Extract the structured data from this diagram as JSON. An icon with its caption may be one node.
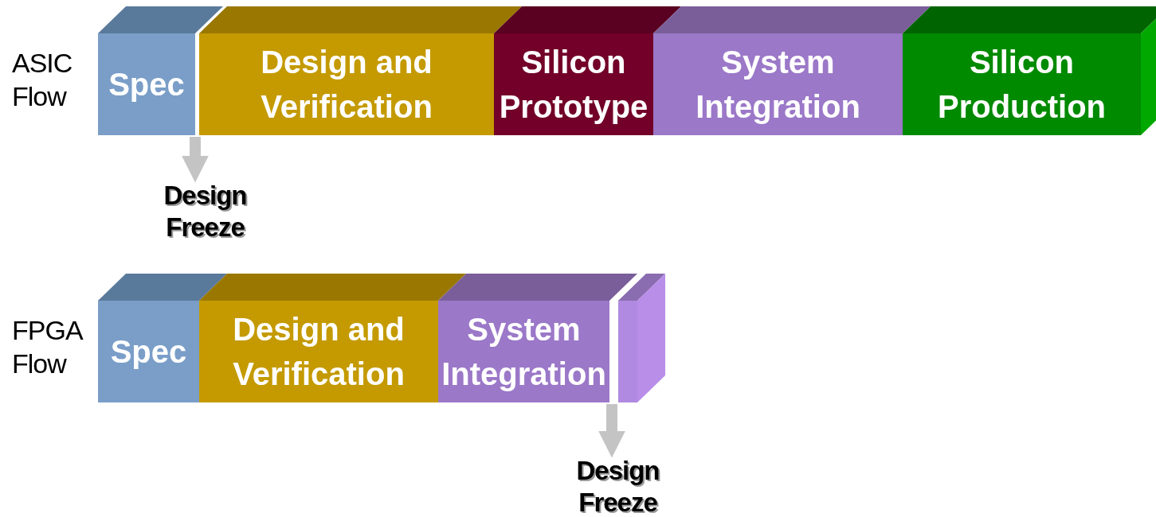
{
  "diagram": {
    "nodes": [
      {
        "text": [
          "Spec"
        ]
      },
      {
        "text": [
          "Design and Verification"
        ]
      },
      {
        "text": [
          "Silicon Prototype"
        ]
      },
      {
        "text": [
          "System Integration"
        ]
      },
      {
        "text": [
          "Silicon Production"
        ]
      },
      {
        "text": [
          "Design Freeze"
        ]
      },
      {
        "text": [
          "Spec"
        ]
      },
      {
        "text": [
          "Design and Verification"
        ]
      },
      {
        "text": [
          "System Integration"
        ]
      },
      {
        "text": [],
        "shape": "box"
      },
      {
        "text": [
          "Design Freeze"
        ]
      }
    ],
    "edges": [
      {
        "from": 0,
        "to": 5,
        "arrow": "to"
      },
      {
        "from": 9,
        "to": 10,
        "arrow": "to"
      }
    ],
    "labels": [
      "ASIC Flow",
      "FPGA Flow"
    ]
  }
}
